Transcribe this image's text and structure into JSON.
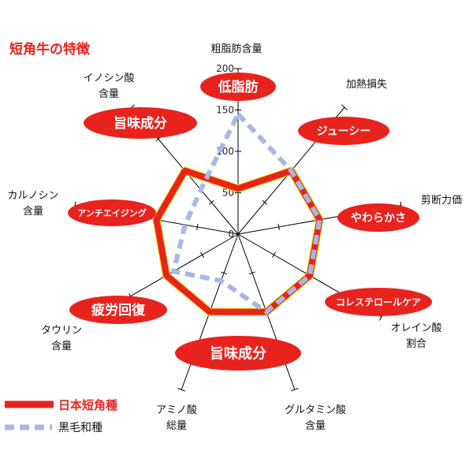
{
  "chart_data": {
    "type": "radar",
    "title": "短角牛の特徴",
    "axes": [
      {
        "label": [
          "粗脂肪含量"
        ]
      },
      {
        "label": [
          "加熱損失"
        ]
      },
      {
        "label": [
          "剪断力価"
        ]
      },
      {
        "label": [
          "オレイン酸",
          "割合"
        ]
      },
      {
        "label": [
          "グルタミン酸",
          "含量"
        ]
      },
      {
        "label": [
          "アミノ酸",
          "総量"
        ]
      },
      {
        "label": [
          "タウリン",
          "含量"
        ]
      },
      {
        "label": [
          "カルノシン",
          "含量"
        ]
      },
      {
        "label": [
          "イノシン酸",
          "含量"
        ]
      }
    ],
    "rlim": [
      0,
      200
    ],
    "ticks": [
      0,
      50,
      100,
      150,
      200
    ],
    "series": [
      {
        "name": "日本短角種",
        "style": "solid",
        "color": "#e8231e",
        "values": [
          55,
          100,
          100,
          100,
          100,
          100,
          100,
          100,
          100
        ]
      },
      {
        "name": "黒毛和種",
        "style": "dashed",
        "color": "#a9b7e8",
        "values": [
          145,
          100,
          100,
          100,
          100,
          60,
          90,
          65,
          70
        ]
      }
    ],
    "badges": [
      "低脂肪",
      "ジューシー",
      "やわらかさ",
      "コレステロールケア",
      "旨味成分",
      "疲労回復",
      "アンチエイジング",
      "旨味成分"
    ],
    "colors": {
      "red": "#e8231e",
      "blue": "#a9b7e8",
      "yellow": "#f3e000"
    }
  }
}
